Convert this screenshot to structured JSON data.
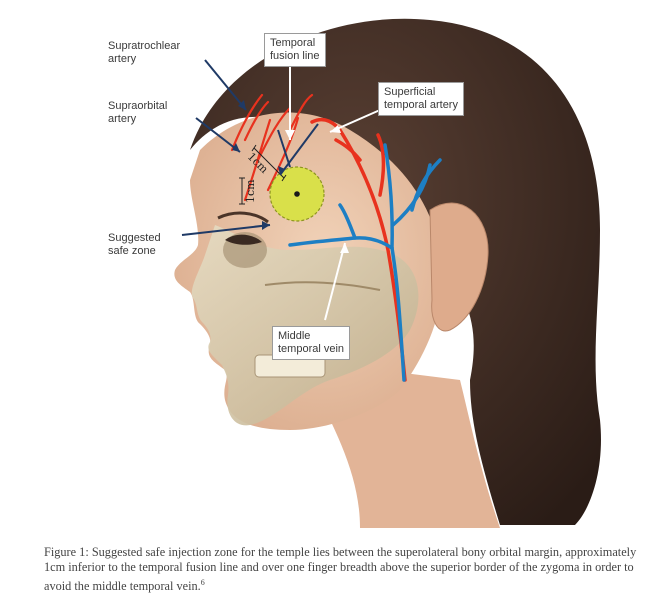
{
  "labels": {
    "supratrochlear": "Supratrochlear\nartery",
    "supraorbital": "Supraorbital\nartery",
    "safe_zone": "Suggested\nsafe zone",
    "temporal_fusion": "Temporal\nfusion line",
    "superficial_temporal": "Superficial\ntemporal artery",
    "middle_temporal_vein": "Middle\ntemporal vein"
  },
  "dimensions": {
    "horizontal": "1cm",
    "vertical": "1cm"
  },
  "caption": {
    "text": "Figure 1: Suggested safe injection zone for the temple lies between the superolateral bony orbital margin, approximately 1cm inferior to the temporal fusion line and over one finger breadth above the superior border of the zygoma in order to avoid the middle temporal vein.",
    "ref": "6"
  },
  "colors": {
    "artery": "#e8321e",
    "vein": "#1d7fc4",
    "safe_zone": "#d9e04a",
    "hair": "#3b2a22",
    "skin": "#e9c4a8",
    "skull": "#d8c9a8"
  }
}
